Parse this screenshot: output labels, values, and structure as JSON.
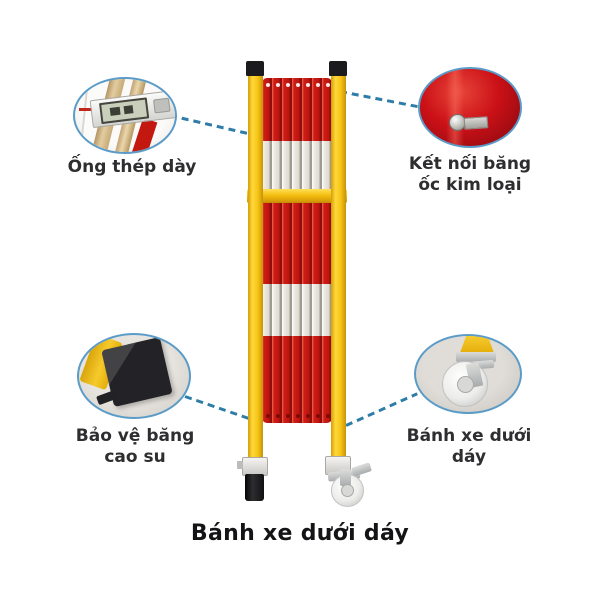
{
  "callouts": {
    "top_left": {
      "label": "Ống thép dày",
      "icon": "caliper-photo"
    },
    "top_right": {
      "line1": "Kết nối băng",
      "line2": "ốc kim loại",
      "icon": "metal-rivet-photo"
    },
    "bottom_left": {
      "line1": "Bảo vệ băng",
      "line2": "cao su",
      "icon": "rubber-foot-photo"
    },
    "bottom_right": {
      "line1": "Bánh xe dưới",
      "line2": "dáy",
      "icon": "caster-wheel-photo"
    }
  },
  "caption": {
    "text": "Bánh xe dưới dáy"
  },
  "colors": {
    "background": "#ffffff",
    "pole-yellow": "#f6c31a",
    "slat-red": "#cf1d16",
    "slat-red-dark": "#8f0d0a",
    "slat-white": "#efece5",
    "cap-black": "#1b1b1d",
    "connector-blue": "#2e7ca8",
    "circle-stroke": "#5b9bc8",
    "label-text": "#2e2e30",
    "caption-text": "#141417"
  }
}
